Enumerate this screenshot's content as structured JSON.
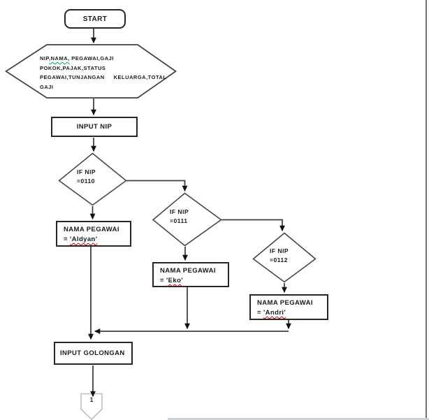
{
  "flowchart": {
    "start": {
      "label": "START"
    },
    "data_hexagon": {
      "line1_pre": "NIP",
      "line1_marked": ",NAMA,",
      "line1_post": " PEGAWAI,GAJI",
      "line2": "POKOK,PAJAK,STATUS",
      "line3": "PEGAWAI,TUNJANGAN     KELUARGA,TOTAL",
      "line4": "GAJI"
    },
    "input_nip": {
      "label": "INPUT NIP"
    },
    "decisions": [
      {
        "line1": "IF NIP",
        "line2": "=0110"
      },
      {
        "line1": "IF NIP",
        "line2": "=0111"
      },
      {
        "line1": "IF NIP",
        "line2": "=0112"
      }
    ],
    "assignments": [
      {
        "line1": "NAMA PEGAWAI",
        "line2_pre": "= ",
        "line2_name": "'Aldyan'"
      },
      {
        "line1": "NAMA PEGAWAI",
        "line2_pre": "= ",
        "line2_name": "'Eko'"
      },
      {
        "line1": "NAMA PEGAWAI",
        "line2_pre": "= ",
        "line2_name": "'Andri'"
      }
    ],
    "input_golongan": {
      "label": "INPUT GOLONGAN"
    },
    "offpage_connector": {
      "label": "1"
    }
  },
  "colors": {
    "connector_line": "#404040",
    "shape_border": "#262626",
    "arrowhead": "#111111",
    "spell_error_underline": "#d00000",
    "grammar_error_underline": "#00a64f",
    "offpage_connector_border": "#bfbfbf",
    "page_edge": "#6e757b"
  }
}
